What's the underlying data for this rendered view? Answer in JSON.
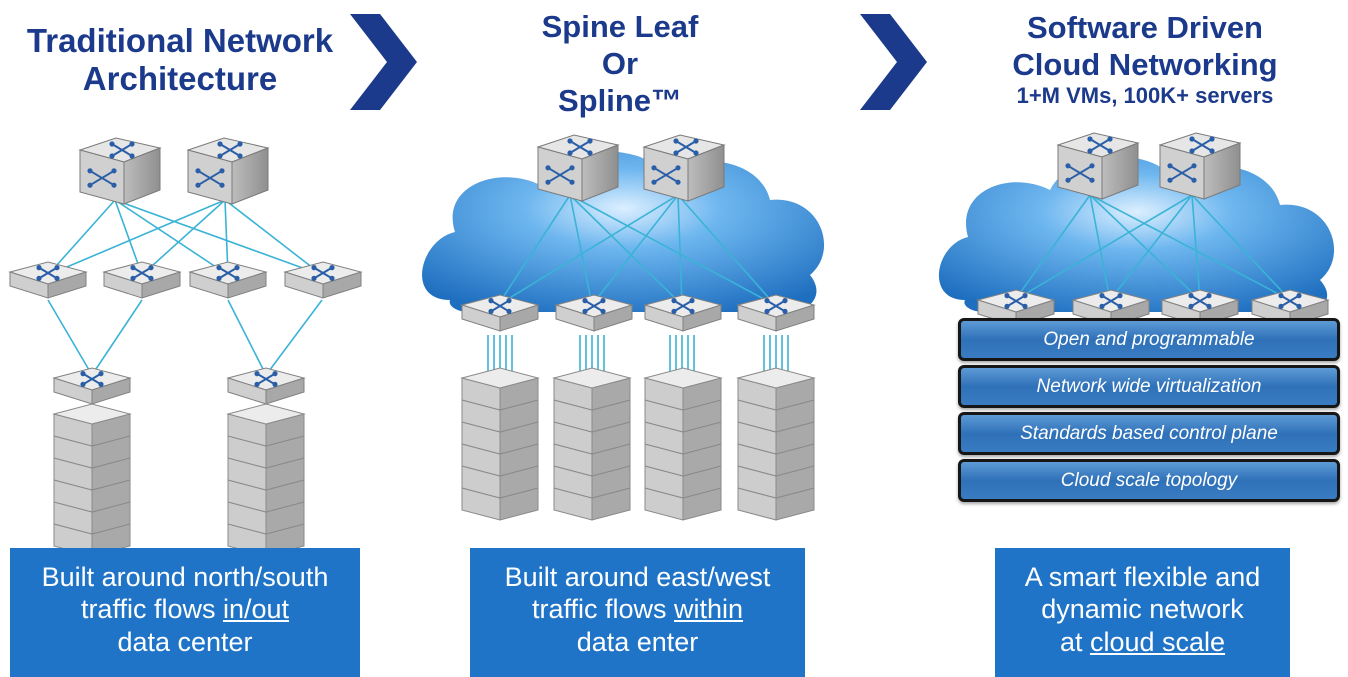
{
  "columns": [
    {
      "title_lines": [
        "Traditional Network",
        "Architecture"
      ],
      "caption": {
        "line1": "Built around north/south",
        "line2_pre": "traffic flows ",
        "line2_underlined": "in/out",
        "line3": "data center"
      }
    },
    {
      "title_lines": [
        "Spine Leaf",
        "Or",
        "Spline™"
      ],
      "caption": {
        "line1": "Built around east/west",
        "line2_pre": "traffic flows ",
        "line2_underlined": "within",
        "line3": "data enter"
      }
    },
    {
      "title_lines": [
        "Software Driven",
        "Cloud Networking"
      ],
      "subtitle": "1+M VMs, 100K+ servers",
      "caption": {
        "line1": "A smart flexible and",
        "line2": "dynamic network",
        "line3_pre": "at ",
        "line3_underlined": "cloud scale"
      },
      "layers": [
        "Open and programmable",
        "Network wide virtualization",
        "Standards based control plane",
        "Cloud scale topology"
      ]
    }
  ],
  "colors": {
    "title": "#1c3a8c",
    "chevron": "#1c3a8c",
    "caption_bg": "#1f74c7",
    "link_line": "#3ab3d6",
    "cloud": "#2a86d4"
  }
}
